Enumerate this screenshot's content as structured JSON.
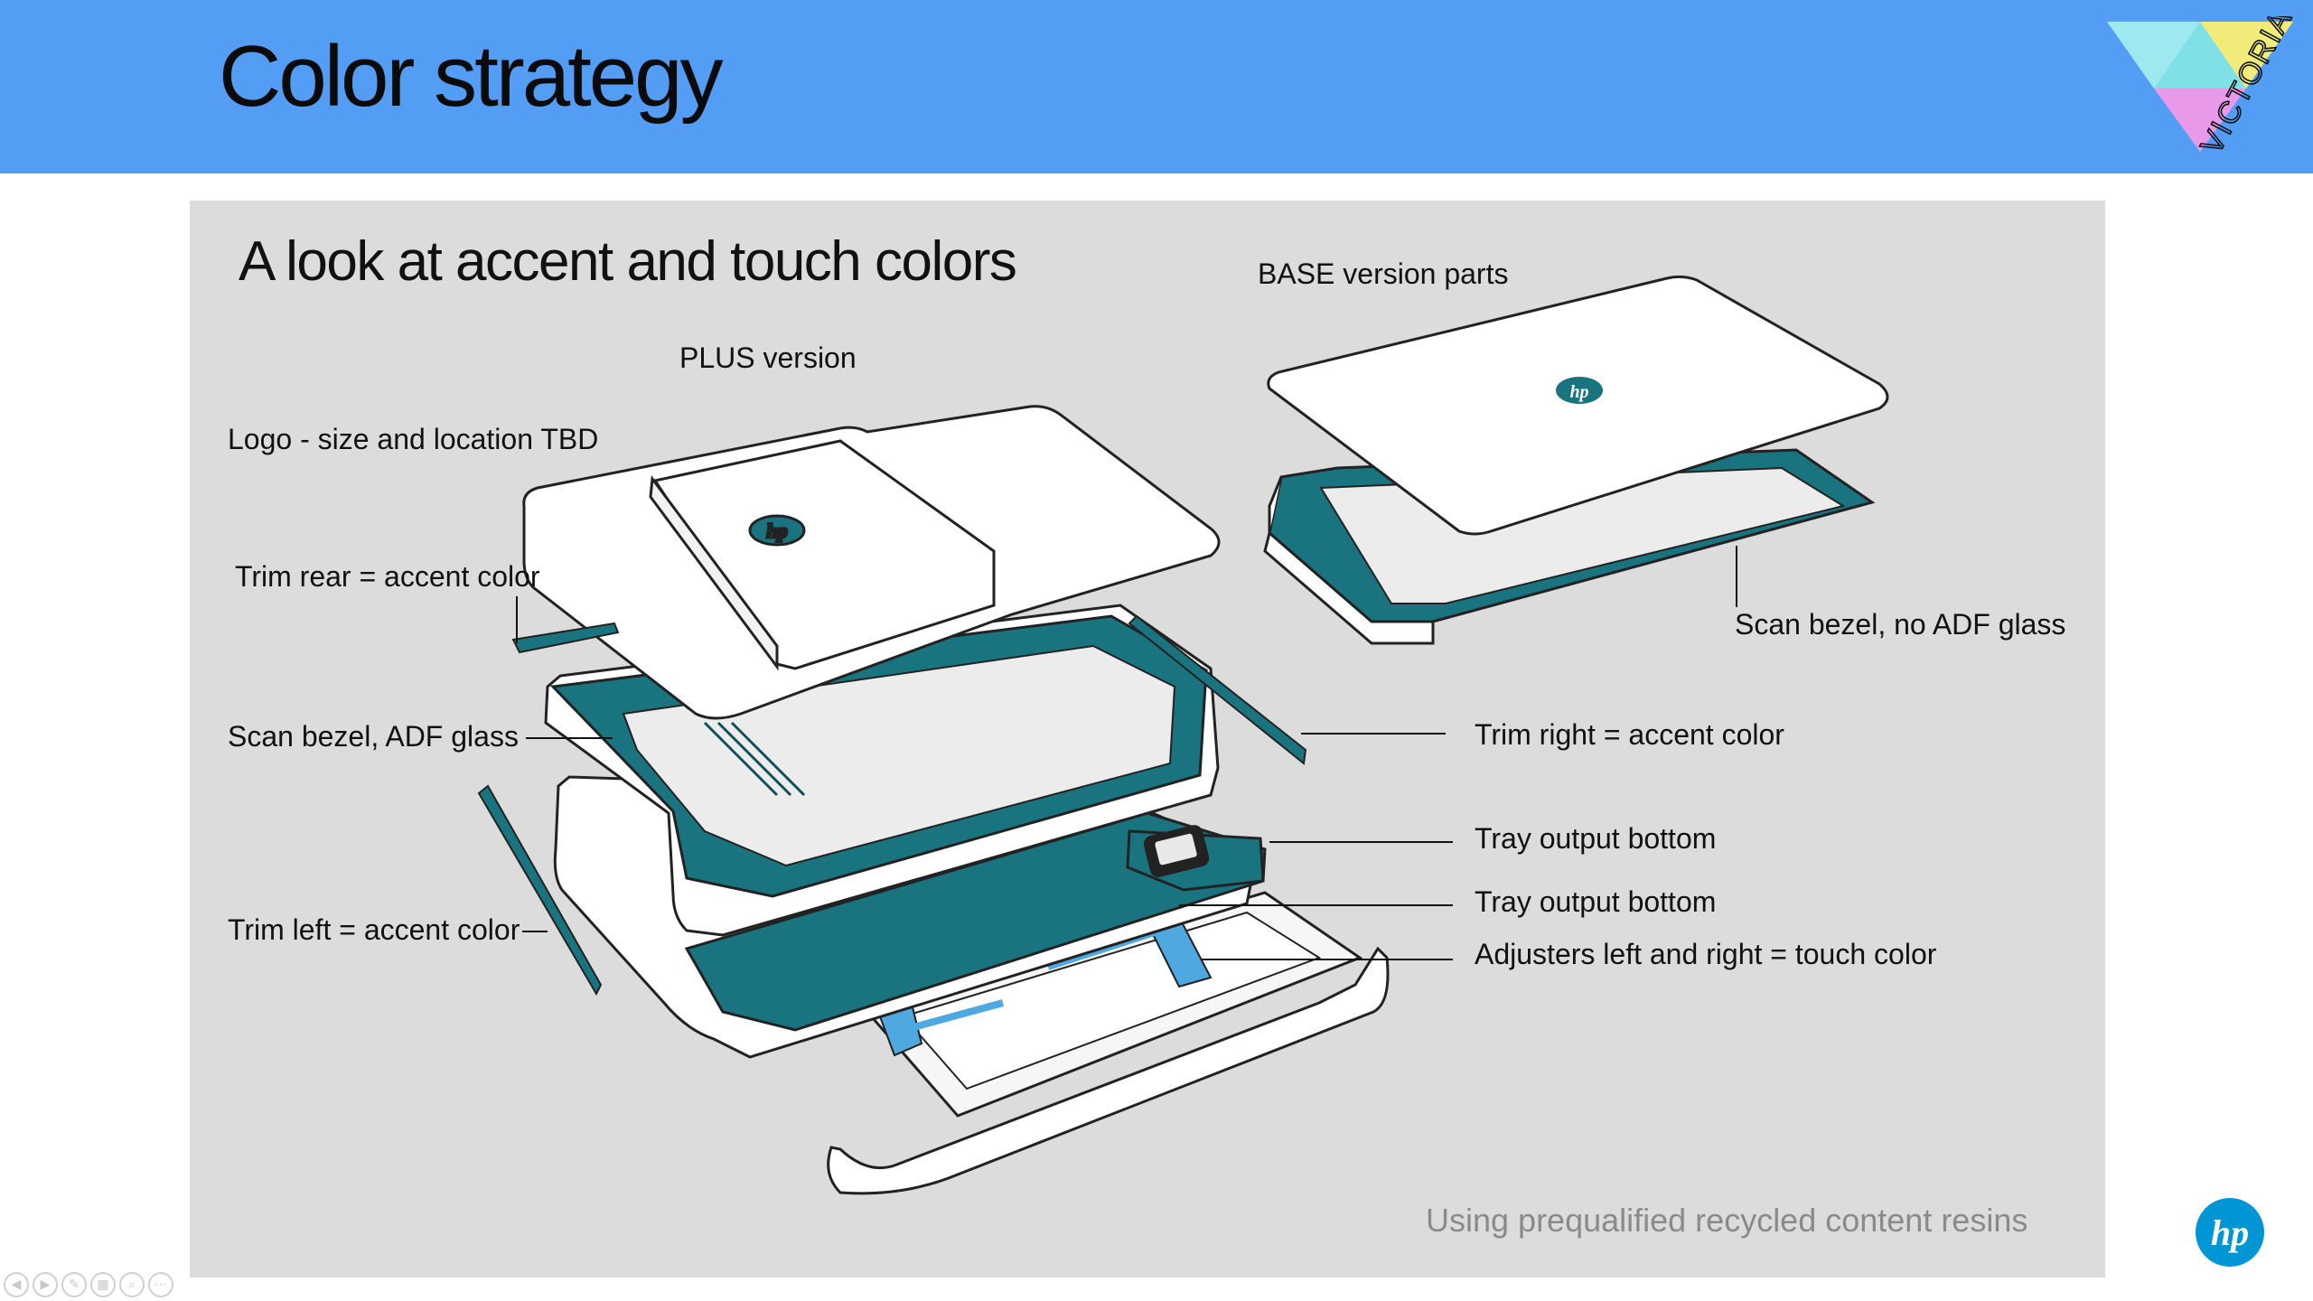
{
  "slide": {
    "title": "Color strategy",
    "subtitle": "A look at accent and touch colors",
    "brand_logo": {
      "text": "VICTORIA",
      "icon": "triangle-logo-icon"
    },
    "colors": {
      "header": "#539df5",
      "accent": "#1a7480",
      "touch": "#4fa8e0",
      "panel": "#dcdcdc"
    }
  },
  "diagram": {
    "plus_heading": "PLUS version",
    "base_heading": "BASE version parts",
    "logo_mark_text": "hp",
    "labels": {
      "logo": "Logo - size and location TBD",
      "trim_rear": "Trim rear = accent color",
      "scan_bezel_adf": "Scan bezel, ADF glass",
      "trim_left": "Trim left = accent color",
      "scan_bezel_no_adf": "Scan bezel, no ADF glass",
      "trim_right": "Trim right = accent color",
      "tray_output_1": "Tray output bottom",
      "tray_output_2": "Tray output bottom",
      "adjusters": "Adjusters left and right = touch color"
    }
  },
  "footnote": "Using prequalified recycled content resins",
  "corner_logo": {
    "text": "hp",
    "icon": "hp-logo-icon"
  },
  "nav": [
    {
      "name": "previous-slide-icon",
      "glyph": "◀"
    },
    {
      "name": "next-slide-icon",
      "glyph": "▶"
    },
    {
      "name": "pen-icon",
      "glyph": "✎"
    },
    {
      "name": "slides-grid-icon",
      "glyph": "▦"
    },
    {
      "name": "zoom-icon",
      "glyph": "⌕"
    },
    {
      "name": "more-icon",
      "glyph": "⋯"
    }
  ]
}
